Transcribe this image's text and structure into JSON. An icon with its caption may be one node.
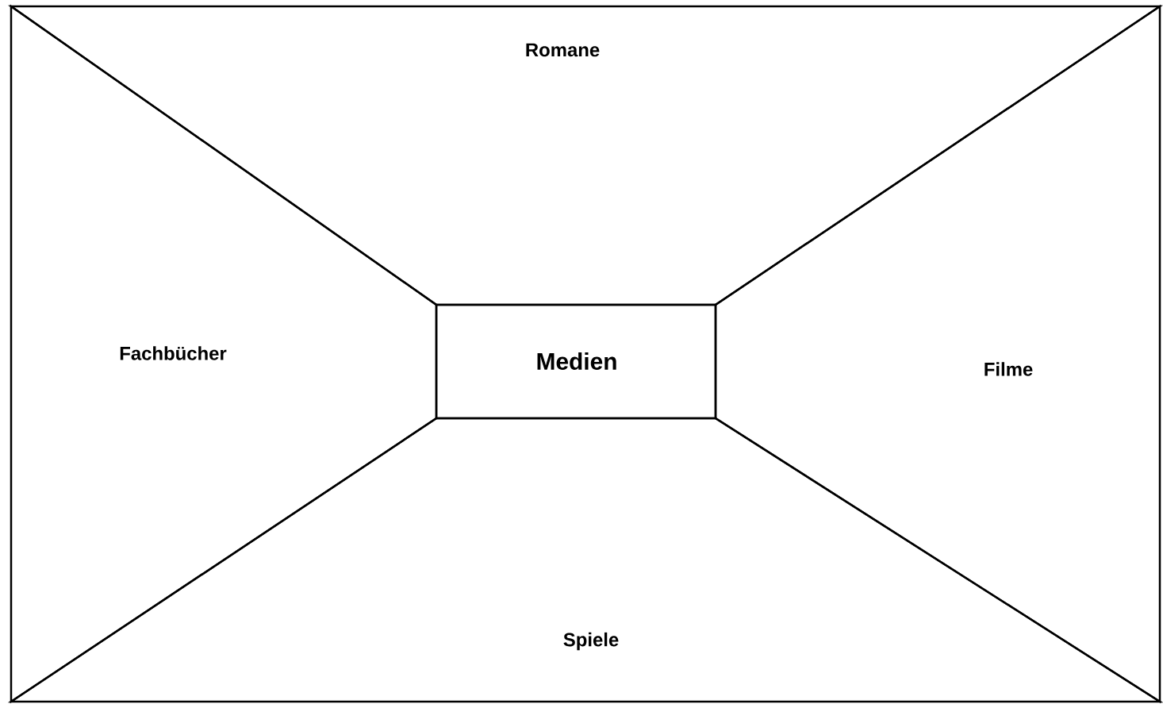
{
  "diagram": {
    "nodes": [
      {
        "text": [
          "Romane"
        ]
      },
      {
        "text": [
          "Fachbücher"
        ]
      },
      {
        "text": [
          "Medien"
        ]
      },
      {
        "text": [
          "Filme"
        ]
      },
      {
        "text": [
          "Spiele"
        ]
      }
    ]
  }
}
